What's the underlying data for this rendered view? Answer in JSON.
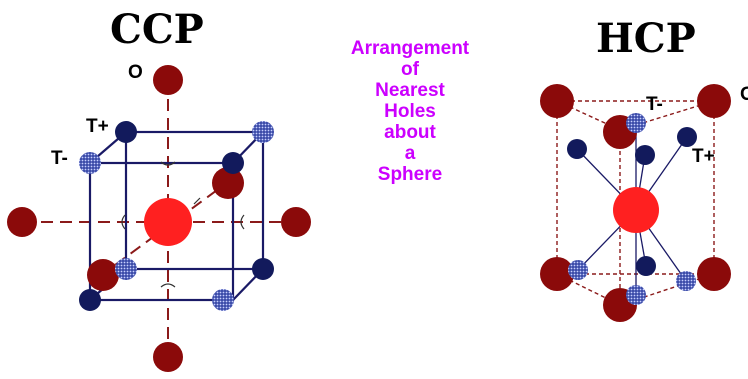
{
  "ccp": {
    "title": "CCP",
    "label_o": "O",
    "label_t_plus": "T+",
    "label_t_minus": "T-"
  },
  "hcp": {
    "title": "HCP",
    "label_o": "O",
    "label_t_plus": "T+",
    "label_t_minus": "T-"
  },
  "caption": {
    "lines": [
      "Arrangement",
      "of",
      "Nearest",
      "Holes",
      "about",
      "a",
      "Sphere"
    ]
  },
  "colors": {
    "sphere_center": "#ff2020",
    "sphere_octahedral": "#8b0a0a",
    "hole_t_plus": "#121a5c",
    "hole_t_minus": "#6a78c8",
    "frame": "#1a1a66",
    "axis": "#8b1a1a",
    "caption": "#cc00ff"
  }
}
